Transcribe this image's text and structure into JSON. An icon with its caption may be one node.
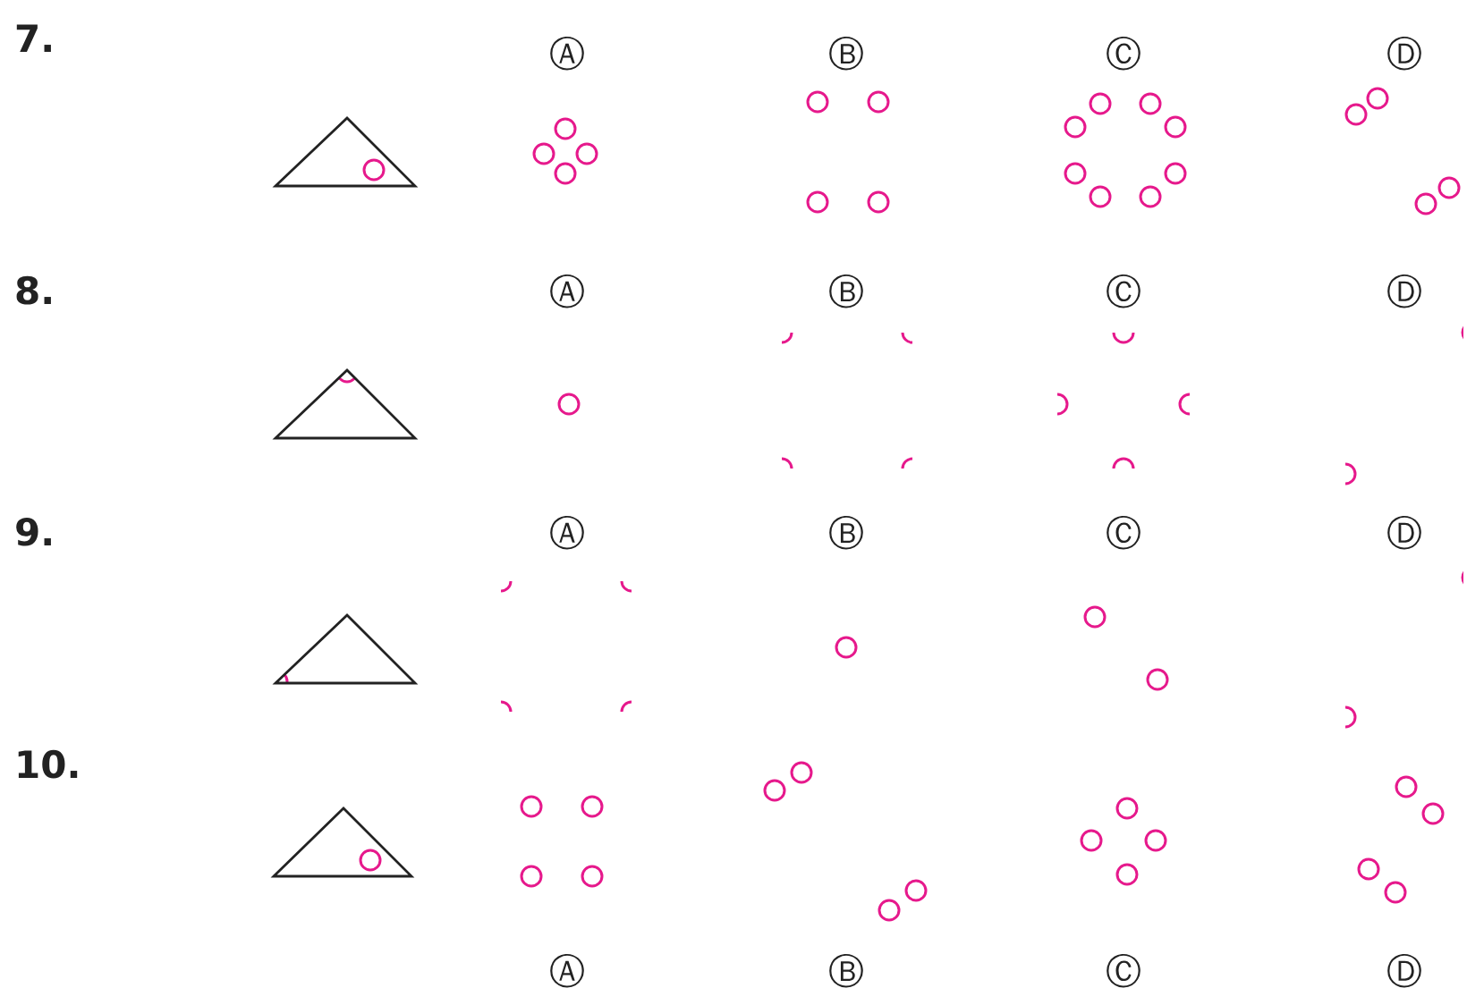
{
  "diagram": {
    "labels": [
      "7.",
      "Ⓐ",
      "Ⓑ",
      "Ⓒ",
      "Ⓓ",
      "8.",
      "Ⓐ",
      "Ⓑ",
      "Ⓒ",
      "Ⓓ",
      "9.",
      "Ⓐ",
      "Ⓑ",
      "Ⓒ",
      "Ⓓ",
      "10.",
      "Ⓐ",
      "Ⓑ",
      "Ⓒ",
      "Ⓓ"
    ]
  }
}
